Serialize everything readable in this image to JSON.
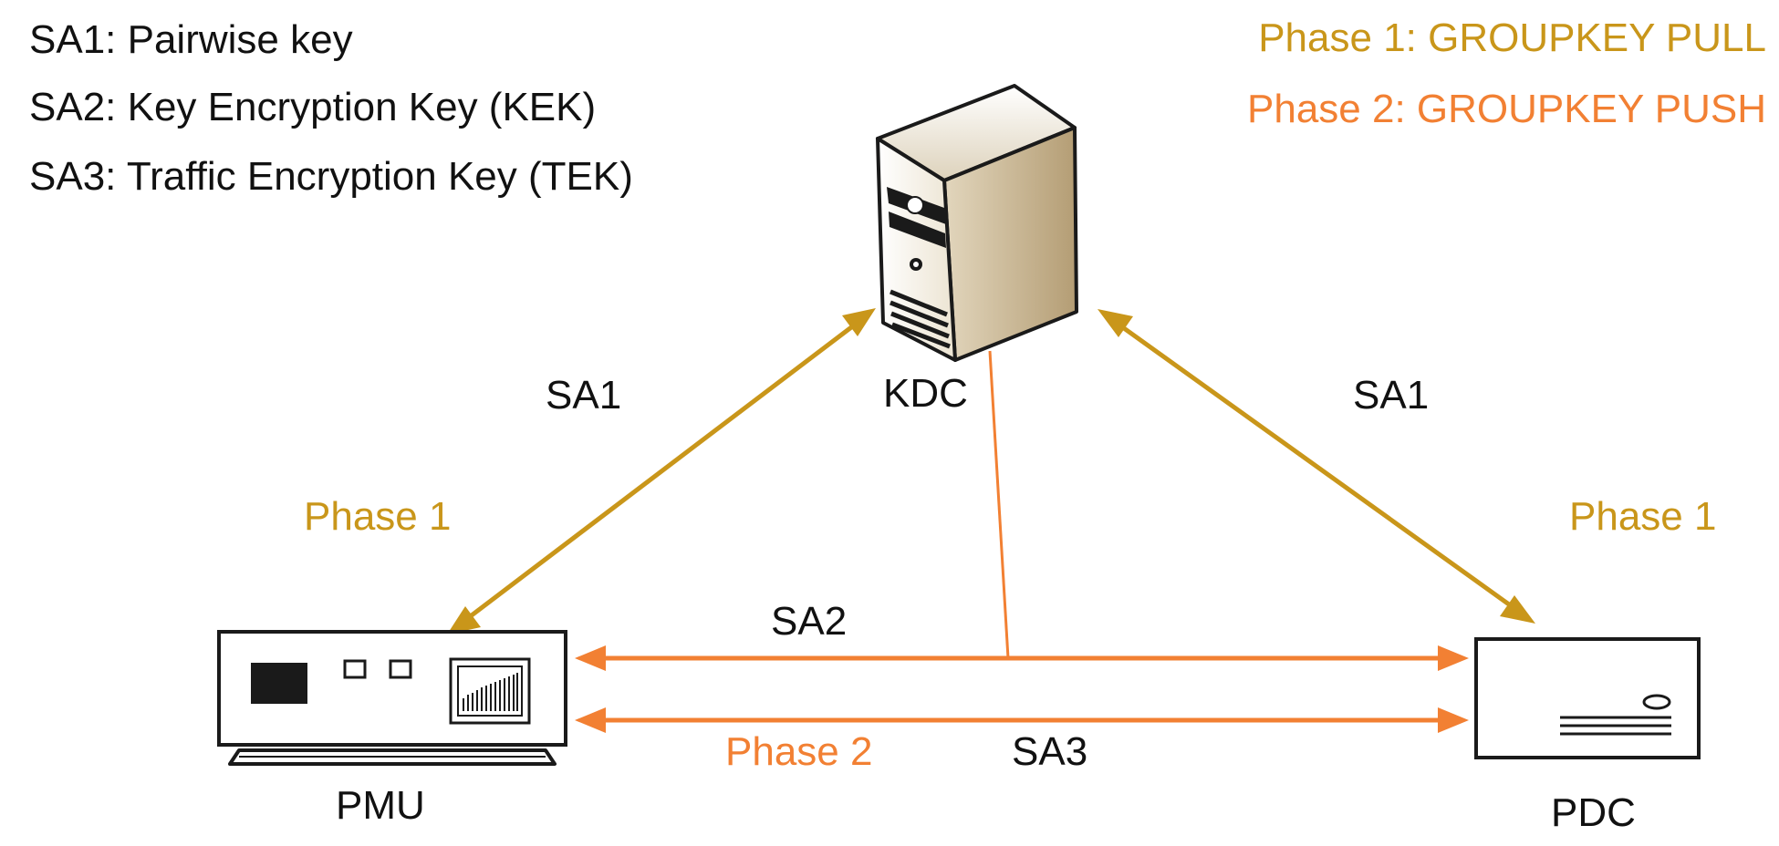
{
  "legend": {
    "sa1": "SA1: Pairwise key",
    "sa2": "SA2: Key Encryption  Key (KEK)",
    "sa3": "SA3: Traffic  Encryption  Key (TEK)"
  },
  "phases": {
    "phase1_title": "Phase 1: GROUPKEY PULL",
    "phase2_title": "Phase 2: GROUPKEY PUSH"
  },
  "nodes": {
    "kdc": "KDC",
    "pmu": "PMU",
    "pdc": "PDC"
  },
  "links": {
    "kdc_pmu_sa": "SA1",
    "kdc_pdc_sa": "SA1",
    "sa2": "SA2",
    "sa3": "SA3",
    "left_phase": "Phase 1",
    "right_phase": "Phase 1",
    "bottom_phase": "Phase 2"
  },
  "colors": {
    "phase1": "#C9961A",
    "phase2": "#F28033",
    "text": "#111111"
  }
}
